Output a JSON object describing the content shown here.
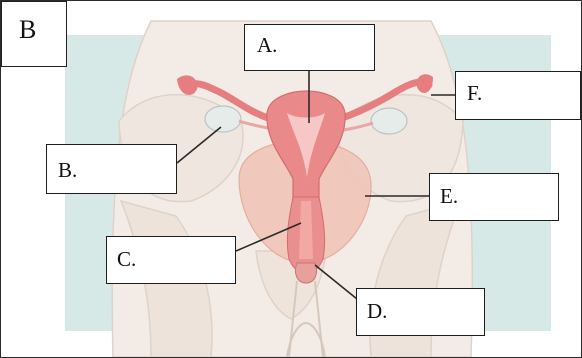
{
  "panel_letter": "B",
  "labels": {
    "a": "A.",
    "b": "B.",
    "c": "C.",
    "d": "D.",
    "e": "E.",
    "f": "F."
  },
  "colors": {
    "background_panel": "#d6e9e7",
    "pelvis": "#efe6df",
    "uterus": "#e9898a",
    "bladder": "#f0c6b8",
    "ovary": "#e6ece9",
    "leader_line": "#2a2a2a"
  }
}
